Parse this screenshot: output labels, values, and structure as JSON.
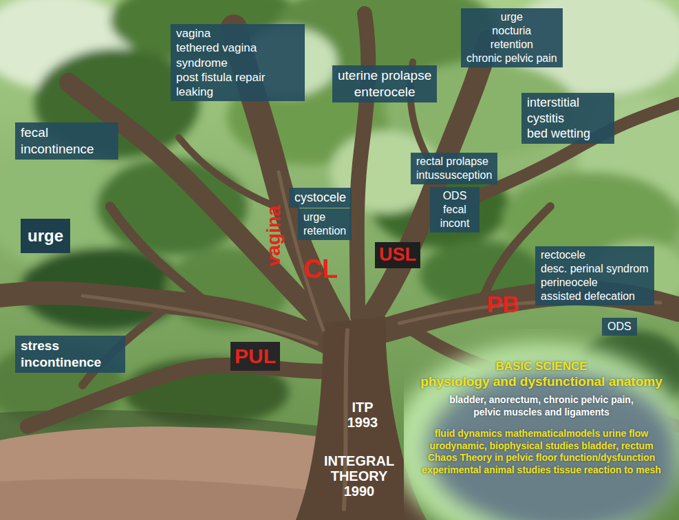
{
  "diagram": {
    "nodes": [
      {
        "text": [
          "vagina",
          "tethered vagina syndrome",
          "post fistula repair leaking"
        ]
      },
      {
        "text": [
          "uterine prolapse",
          "enterocele"
        ]
      },
      {
        "text": [
          "urge",
          "nocturia",
          "retention",
          "chronic pelvic pain"
        ]
      },
      {
        "text": [
          "interstitial cystitis",
          "bed wetting"
        ]
      },
      {
        "text": [
          "fecal incontinence"
        ]
      },
      {
        "text": [
          "rectal prolapse",
          "intussusception"
        ]
      },
      {
        "text": [
          "cystocele"
        ]
      },
      {
        "text": [
          "urge",
          "retention"
        ]
      },
      {
        "text": [
          "ODS",
          "fecal incont"
        ]
      },
      {
        "text": [
          "urge"
        ]
      },
      {
        "text": [
          "USL"
        ]
      },
      {
        "text": [
          "rectocele",
          "desc. perinal syndrom",
          "perineocele",
          "assisted defecation"
        ]
      },
      {
        "text": [
          "ODS"
        ]
      },
      {
        "text": [
          "stress incontinence"
        ]
      },
      {
        "text": [
          "PUL"
        ]
      },
      {
        "text": [
          "BASIC SCIENCE",
          "physiology and dysfunctional anatomy",
          "bladder, anorectum, chronic pelvic pain, pelvic muscles and ligaments",
          "fluid dynamics mathematicalmodels urine flow urodynamic, biophysical studies bladder, rectum Chaos Theory in pelvic floor function/dysfunction experimental animal studies tissue reaction to mesh"
        ]
      }
    ],
    "labels": [
      "vagina",
      "CL",
      "PB",
      "ITP 1993",
      "INTEGRAL THEORY 1990"
    ]
  }
}
